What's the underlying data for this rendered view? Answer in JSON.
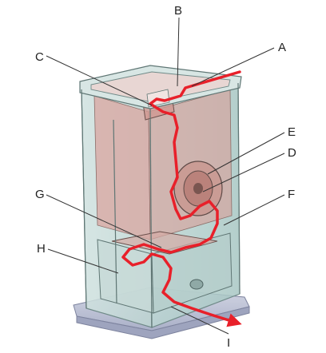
{
  "labels": {
    "a": "A",
    "b": "B",
    "c": "C",
    "d": "D",
    "e": "E",
    "f": "F",
    "g": "G",
    "h": "H",
    "i": "I"
  },
  "colors": {
    "flow_arrow": "#e8202a",
    "housing_glass": "#c7dcda",
    "housing_edge": "#6f8a88",
    "interior_tint": "#d9a6a0",
    "base_plate": "#bfc3d6",
    "leader_line": "#333333"
  }
}
